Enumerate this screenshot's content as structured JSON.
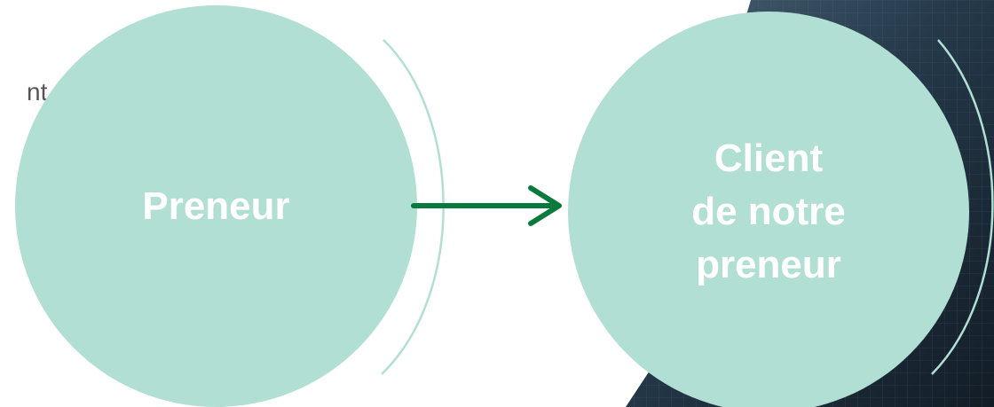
{
  "colors": {
    "circle_fill": "#b1dfd4",
    "arc_stroke": "#b1dfd4",
    "arrow": "#0a7a3c",
    "label": "#ffffff",
    "partial_text": "#555555",
    "photo_dark": "#1d2a35",
    "photo_mid": "#3e566a"
  },
  "partial_text": "nt",
  "left_node": {
    "label": "Preneur"
  },
  "right_node": {
    "lines": [
      "Client",
      "de notre",
      "preneur"
    ]
  },
  "icons": {
    "arrow": "right-arrow-icon"
  }
}
